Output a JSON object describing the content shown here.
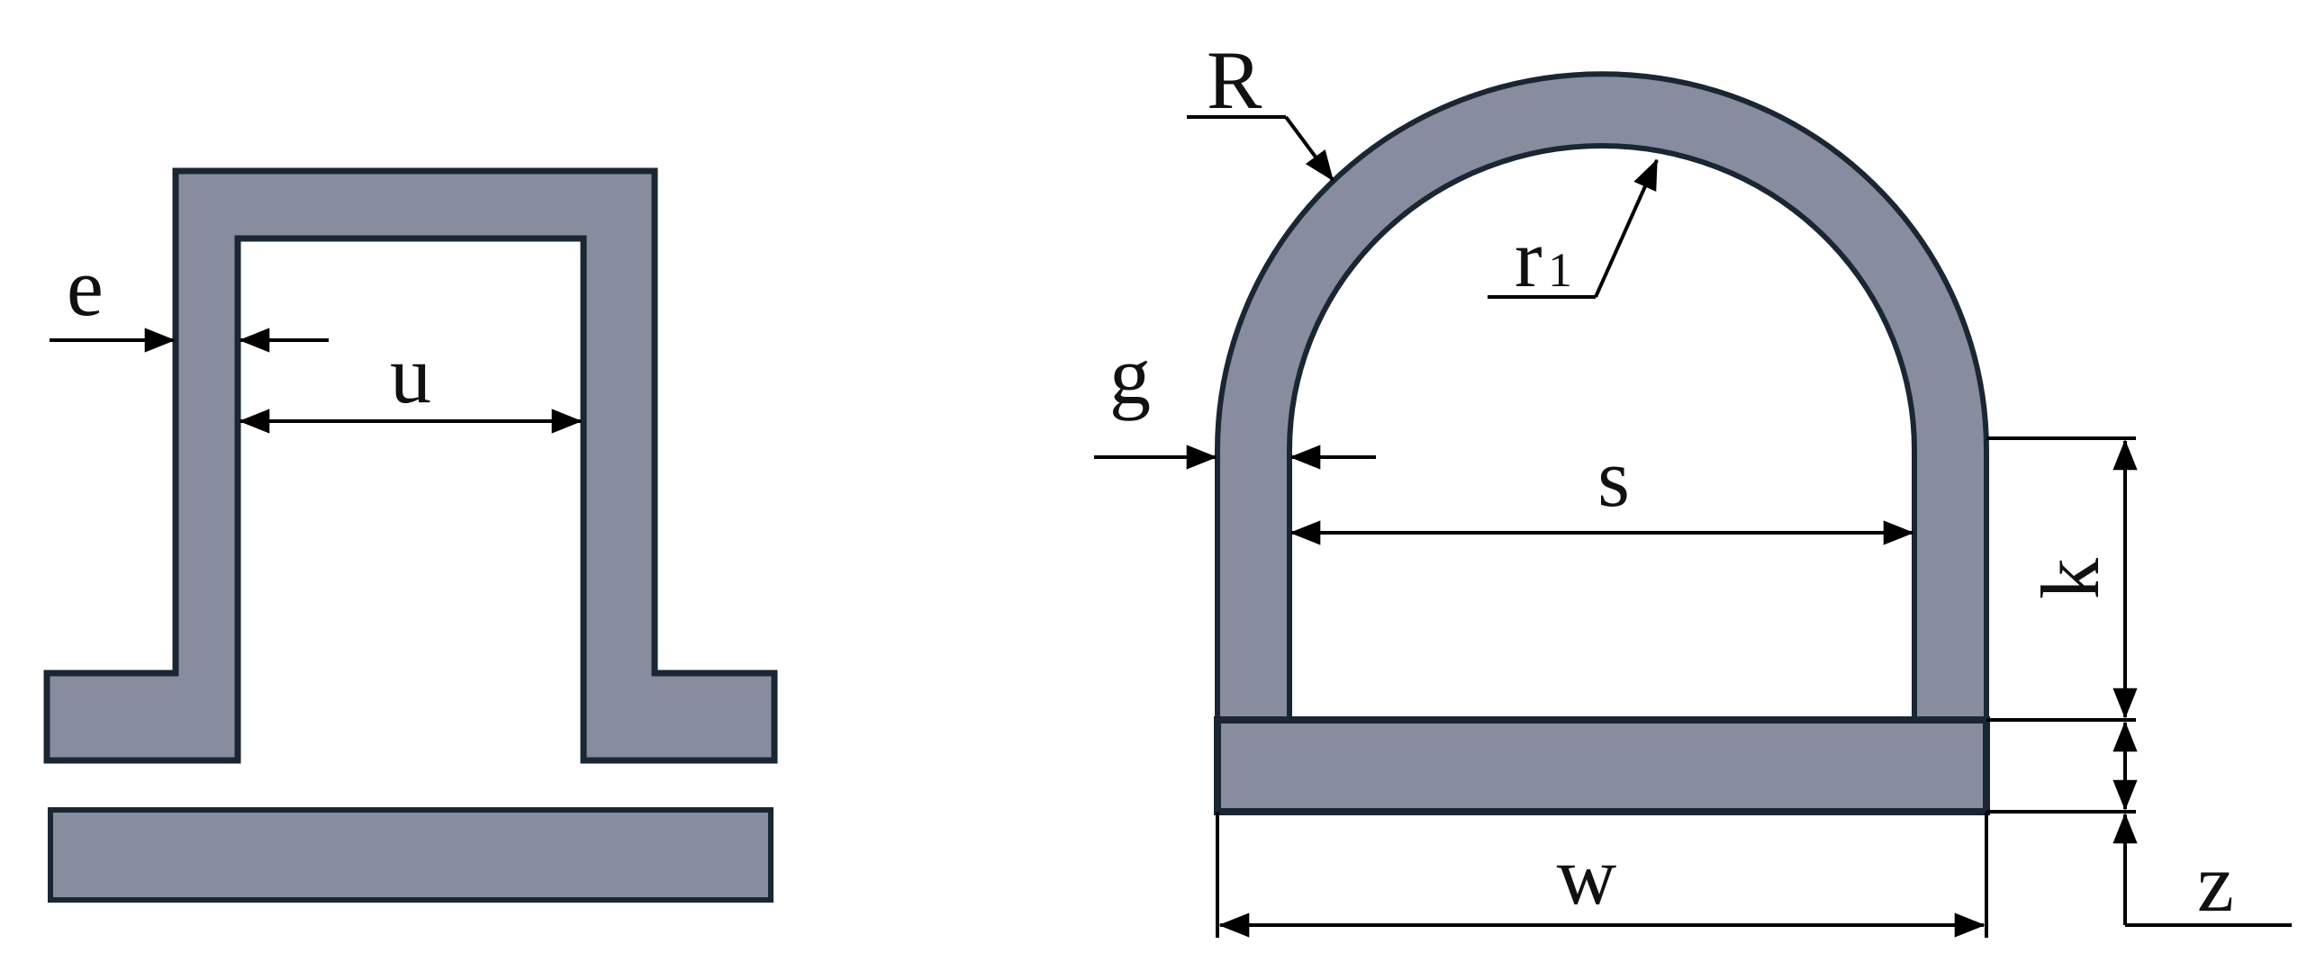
{
  "colors": {
    "fill": "#878c9f",
    "outline": "#1a2733",
    "line": "#000000",
    "background": "#ffffff"
  },
  "left_figure": {
    "labels": {
      "e": "e",
      "u": "u"
    }
  },
  "right_figure": {
    "labels": {
      "R": "R",
      "r_main": "r",
      "r_sub": "1",
      "g": "g",
      "s": "s",
      "k": "k",
      "w": "w",
      "z": "z"
    }
  }
}
